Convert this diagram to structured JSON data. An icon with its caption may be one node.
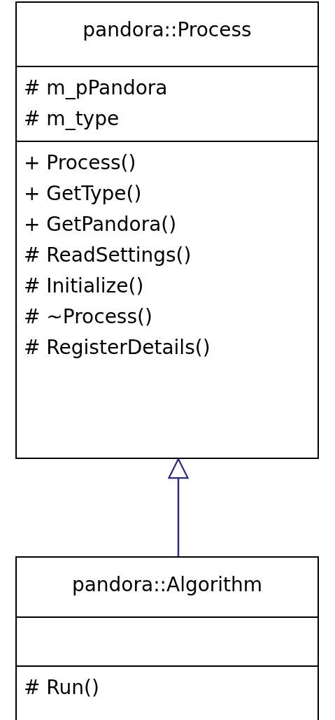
{
  "diagram": {
    "nodes": [
      {
        "text": [
          "pandora::Process"
        ]
      },
      {
        "text": [
          "# m_pPandora",
          "# m_type"
        ],
        "in": 0
      },
      {
        "text": [
          "+ Process()",
          "+ GetType()",
          "+ GetPandora()",
          "# ReadSettings()",
          "# Initialize()",
          "# ~Process()",
          "# RegisterDetails()"
        ],
        "in": 0
      },
      {
        "text": [
          "pandora::Algorithm"
        ]
      },
      {
        "text": [],
        "shape": "box",
        "in": 3
      },
      {
        "text": [
          "# Run()"
        ],
        "in": 3
      }
    ],
    "edges": [
      {
        "from": 3,
        "to": 0,
        "arrow": "to"
      }
    ]
  }
}
